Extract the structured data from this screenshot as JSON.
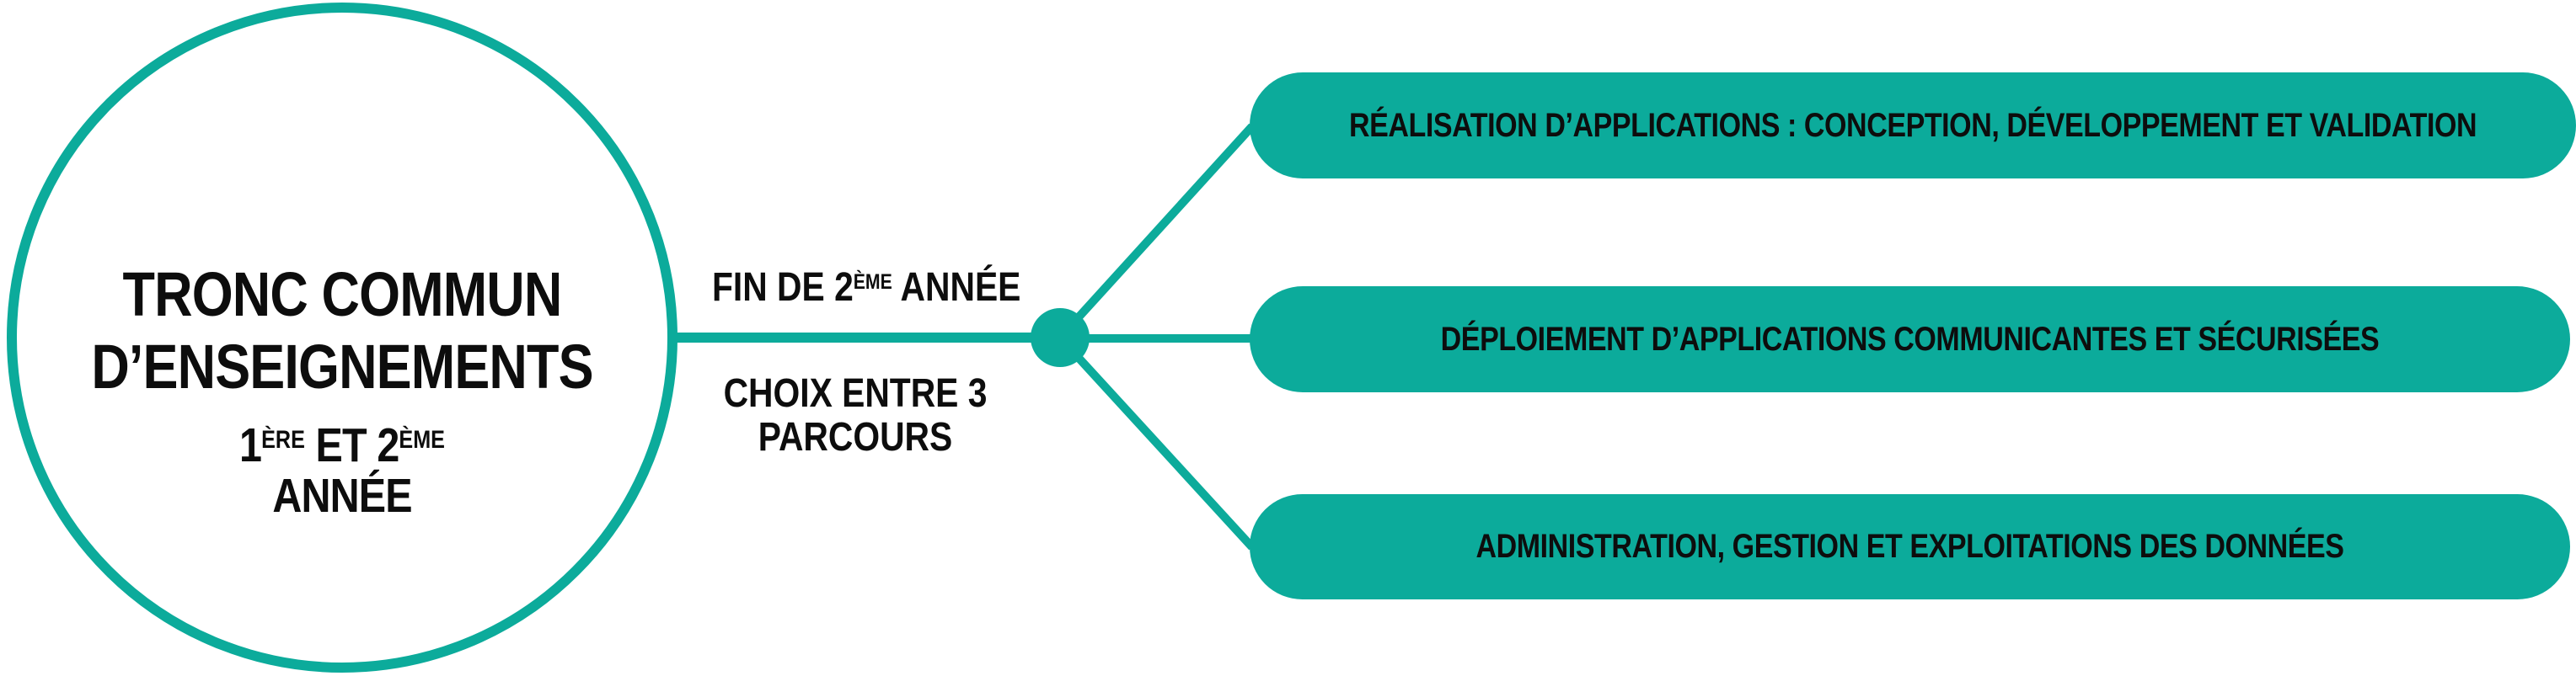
{
  "colors": {
    "accent_teal": "#0cab9b",
    "text_black": "#0d0d0d",
    "background": "#ffffff"
  },
  "circle": {
    "title_line1": "TRONC COMMUN",
    "title_line2": "D’ENSEIGNEMENTS",
    "subtitle": {
      "num1": "1",
      "sup1": "ÈRE",
      "mid": " ET 2",
      "sup2": "ÈME",
      "line2": "ANNÉE"
    }
  },
  "junction": {
    "label_top": {
      "pre": "FIN DE 2",
      "sup": "ÈME",
      "post": " ANNÉE"
    },
    "label_bottom_line1": "CHOIX ENTRE 3",
    "label_bottom_line2": "PARCOURS"
  },
  "parcours": [
    {
      "label": "RÉALISATION D’APPLICATIONS : CONCEPTION, DÉVELOPPEMENT ET VALIDATION"
    },
    {
      "label": "DÉPLOIEMENT D’APPLICATIONS COMMUNICANTES ET SÉCURISÉES"
    },
    {
      "label": "ADMINISTRATION, GESTION ET EXPLOITATIONS DES DONNÉES"
    }
  ]
}
